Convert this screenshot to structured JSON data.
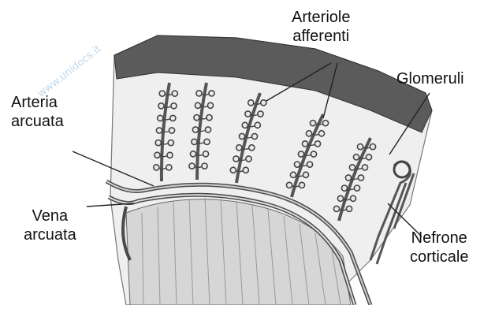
{
  "labels": {
    "arteriole_line1": "Arteriole",
    "arteriole_line2": "afferenti",
    "glomeruli": "Glomeruli",
    "arteria_line1": "Arteria",
    "arteria_line2": "arcuata",
    "vena_line1": "Vena",
    "vena_line2": "arcuata",
    "nefrone_line1": "Nefrone",
    "nefrone_line2": "corticale"
  },
  "watermark": "www.unidocs.it",
  "colors": {
    "capsule": "#4a4a4a",
    "cortex": "#efefef",
    "vessel": "#5a5a5a",
    "medulla": "#d4d4d4",
    "watermark": "#b9d3ea"
  }
}
